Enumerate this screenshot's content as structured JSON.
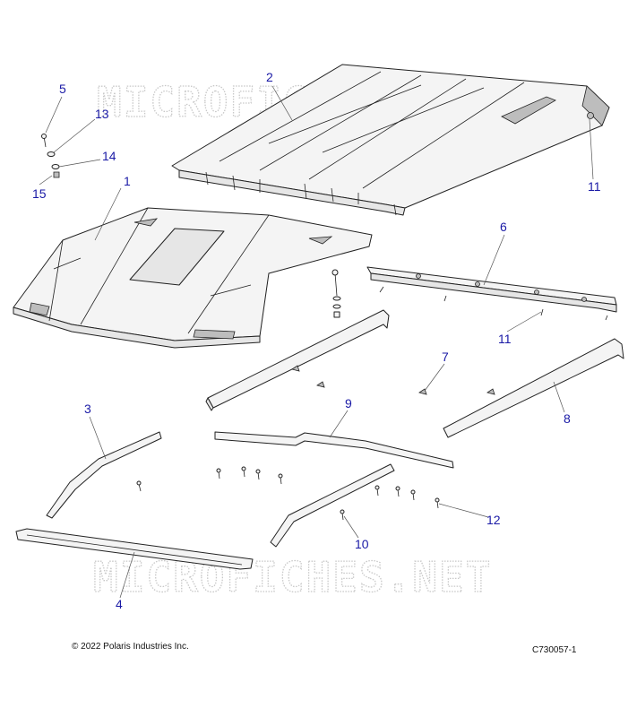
{
  "watermark": "MICROFICHES.NET",
  "copyright": "© 2022 Polaris Industries Inc.",
  "figure_id": "C730057-1",
  "callouts": [
    "1",
    "2",
    "3",
    "4",
    "5",
    "6",
    "7",
    "8",
    "9",
    "10",
    "11",
    "11",
    "12",
    "13",
    "14",
    "15"
  ],
  "colors": {
    "callout": "#1a1aa6",
    "watermark": "#c8c8c8",
    "line": "#222222"
  }
}
